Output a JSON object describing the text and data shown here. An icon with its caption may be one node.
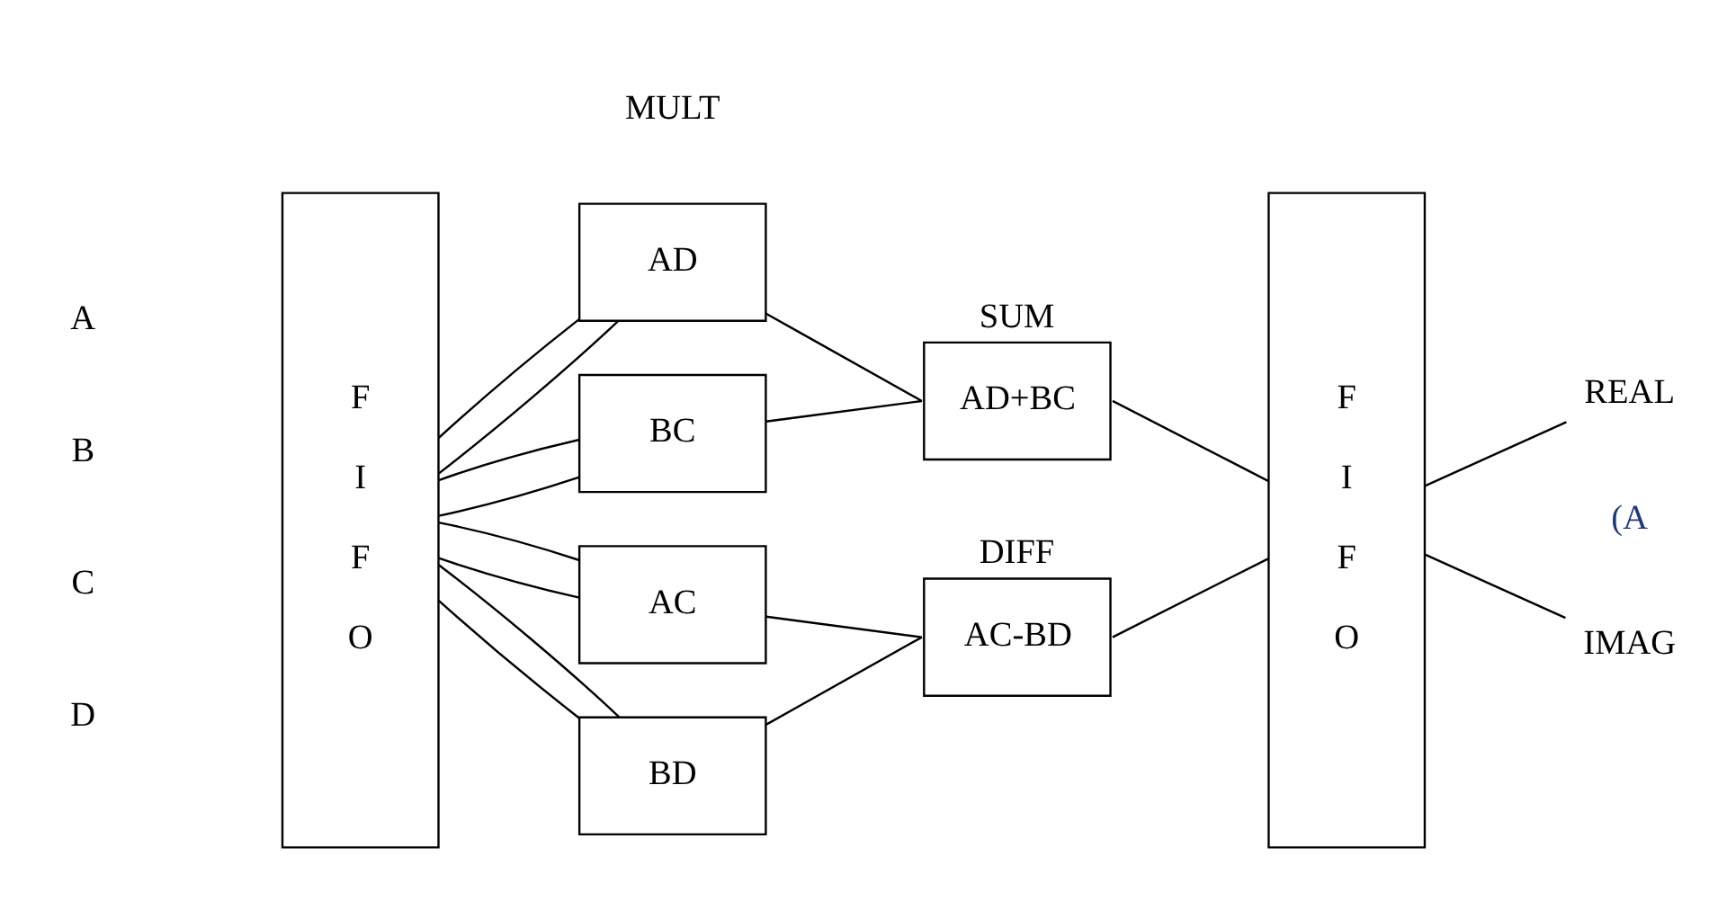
{
  "diagram": {
    "nodes": [
      {
        "text": [
          "F I F O"
        ]
      },
      {
        "text": [
          "AD"
        ]
      },
      {
        "text": [
          "BC"
        ]
      },
      {
        "text": [
          "AC"
        ]
      },
      {
        "text": [
          "BD"
        ]
      },
      {
        "text": [
          "AD+BC"
        ],
        "beside": [
          "SUM"
        ]
      },
      {
        "text": [
          "AC-BD"
        ],
        "beside": [
          "DIFF"
        ]
      },
      {
        "text": [
          "F I F O"
        ]
      },
      {
        "text": [
          "REAL"
        ]
      },
      {
        "text": [
          "IMAG"
        ]
      }
    ],
    "edges": [
      {
        "from": 0,
        "to": 1,
        "arrow": "none"
      },
      {
        "from": 0,
        "to": 3,
        "arrow": "none"
      },
      {
        "from": 0,
        "to": 2,
        "arrow": "none"
      },
      {
        "from": 0,
        "to": 4,
        "arrow": "none"
      },
      {
        "from": 0,
        "to": 3,
        "arrow": "none"
      },
      {
        "from": 0,
        "to": 2,
        "arrow": "none"
      },
      {
        "from": 0,
        "to": 4,
        "arrow": "none"
      },
      {
        "from": 0,
        "to": 1,
        "arrow": "none"
      },
      {
        "from": 1,
        "to": 5,
        "arrow": "none"
      },
      {
        "from": 2,
        "to": 5,
        "arrow": "none"
      },
      {
        "from": 3,
        "to": 6,
        "arrow": "none"
      },
      {
        "from": 4,
        "to": 6,
        "arrow": "none"
      },
      {
        "from": 5,
        "to": 7,
        "arrow": "none"
      },
      {
        "from": 6,
        "to": 7,
        "arrow": "none"
      },
      {
        "from": 7,
        "to": 8,
        "arrow": "none"
      },
      {
        "from": 7,
        "to": 9,
        "arrow": "none"
      }
    ],
    "labels": [
      "A",
      "B",
      "C",
      "D",
      "MULT",
      "(A"
    ]
  }
}
